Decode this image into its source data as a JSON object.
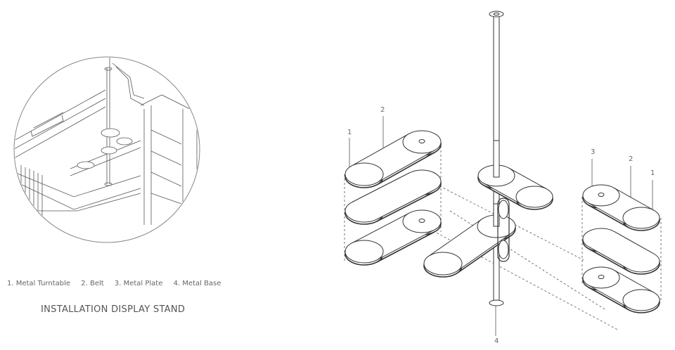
{
  "legend": {
    "items": [
      "1. Metal Turntable",
      "2. Belt",
      "3. Metal Plate",
      "4. Metal Base"
    ]
  },
  "title": "INSTALLATION DISPLAY STAND",
  "callouts": {
    "left_1": "1",
    "left_2": "2",
    "right_3": "3",
    "right_2": "2",
    "right_1": "1",
    "bottom_4": "4"
  },
  "colors": {
    "line": "#333333",
    "dash": "#555555",
    "text": "#666666"
  }
}
